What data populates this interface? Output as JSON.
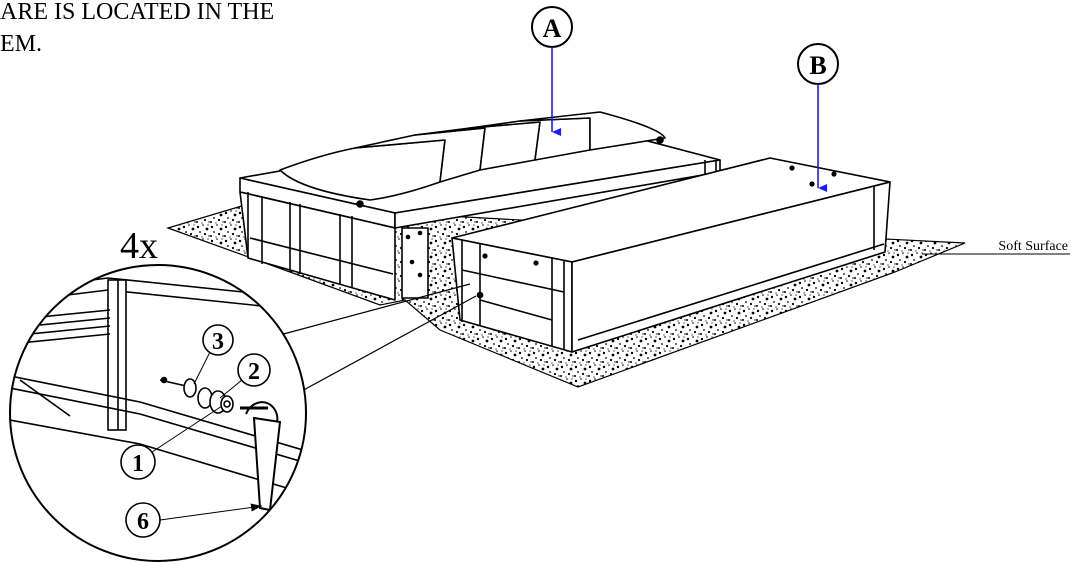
{
  "note": {
    "line1": "ARE IS LOCATED IN THE",
    "line2": "EM."
  },
  "quantity": "4x",
  "callouts": {
    "a": "A",
    "b": "B",
    "p1": "1",
    "p2": "2",
    "p3": "3",
    "p6": "6"
  },
  "surface_label": "Soft Surface",
  "colors": {
    "ink": "#000000",
    "arrow": "#1a1aff",
    "gravel_bg": "#ffffff"
  }
}
